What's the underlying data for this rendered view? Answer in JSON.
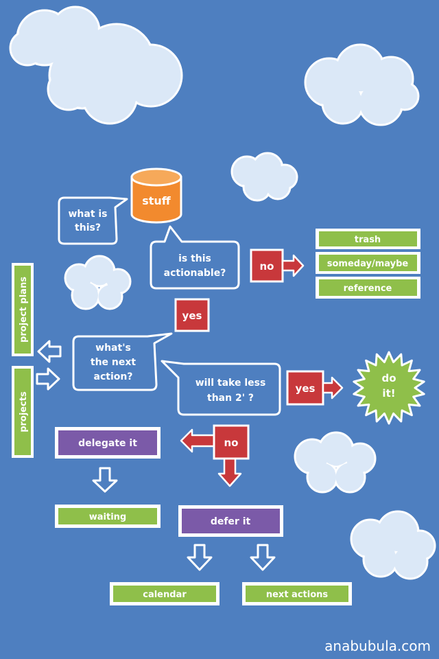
{
  "diagram": {
    "stuff": "stuff",
    "what_is_this": [
      "what is",
      "this?"
    ],
    "is_actionable": [
      "is this",
      "actionable?"
    ],
    "no_top": "no",
    "outcomes": {
      "trash": "trash",
      "someday": "someday/maybe",
      "reference": "reference"
    },
    "yes_top": "yes",
    "next_action": [
      "what's",
      "the next",
      "action?"
    ],
    "project_plans": "project plans",
    "projects": "projects",
    "less_than_2": [
      "will take less",
      "than 2' ?"
    ],
    "yes_right": "yes",
    "do_it": [
      "do",
      "it!"
    ],
    "no_bottom": "no",
    "delegate": "delegate it",
    "waiting": "waiting",
    "defer": "defer it",
    "calendar": "calendar",
    "next_actions": "next actions",
    "watermark": "anabubula.com"
  },
  "colors": {
    "background": "#4e7fc0",
    "cloud": "#dbe8f7",
    "bubble_fill": "#4e7fc0",
    "outline": "#ffffff",
    "green": "#8fbf4a",
    "purple": "#7b5aa8",
    "red": "#c8383b",
    "orange": "#f28a2e"
  }
}
